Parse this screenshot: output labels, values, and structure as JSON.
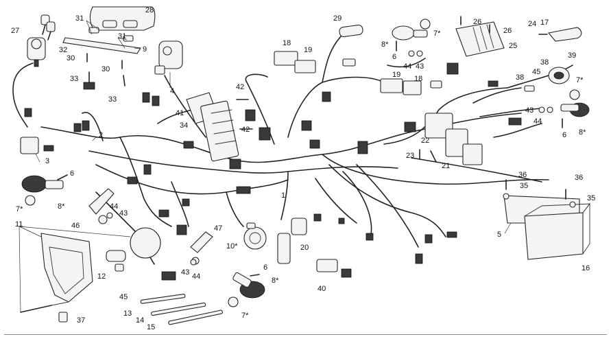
{
  "callouts": {
    "c1": "1",
    "c2": "2",
    "c3": "3",
    "c4": "4",
    "c5": "5",
    "c6a": "6",
    "c6b": "6",
    "c6c": "6",
    "c6d": "6",
    "c7a": "7*",
    "c7b": "7*",
    "c7c": "7*",
    "c7d": "7*",
    "c8a": "8*",
    "c8b": "8*",
    "c8c": "8*",
    "c8d": "8*",
    "c9": "9",
    "c10": "10*",
    "c11": "11",
    "c12": "12",
    "c13": "13",
    "c14": "14",
    "c15": "15",
    "c16": "16",
    "c17": "17",
    "c18a": "18",
    "c18b": "18",
    "c19a": "19",
    "c19b": "19",
    "c20": "20",
    "c21": "21",
    "c22": "22",
    "c23": "23",
    "c24": "24",
    "c25": "25",
    "c26a": "26",
    "c26b": "26",
    "c27": "27",
    "c28": "28",
    "c29": "29",
    "c30a": "30",
    "c30b": "30",
    "c31a": "31",
    "c31b": "31",
    "c32": "32",
    "c33a": "33",
    "c33b": "33",
    "c34": "34",
    "c35a": "35",
    "c35b": "35",
    "c36a": "36",
    "c36b": "36",
    "c37": "37",
    "c38a": "38",
    "c38b": "38",
    "c39": "39",
    "c40": "40",
    "c41": "41",
    "c42a": "42",
    "c42b": "42",
    "c43a": "43",
    "c43b": "43",
    "c43c": "43",
    "c43d": "43",
    "c44a": "44",
    "c44b": "44",
    "c44c": "44",
    "c44d": "44",
    "c45a": "45",
    "c45b": "45",
    "c46": "46",
    "c47": "47"
  }
}
